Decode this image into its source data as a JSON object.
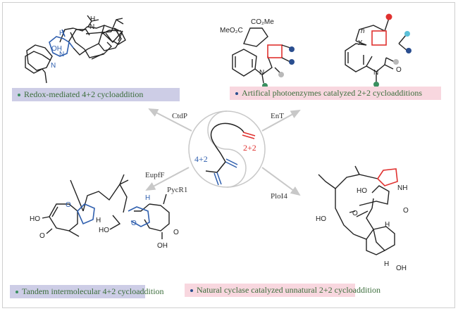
{
  "colors": {
    "caption_text": "#3c6e3c",
    "purple_box": "#cdcde6",
    "pink_box": "#f8d7df",
    "blue_bonds": "#2f5fae",
    "red_bonds": "#e0312f",
    "arrow": "#c8c8c8"
  },
  "center": {
    "label_left": "4+2",
    "label_right": "2+2"
  },
  "arrows": {
    "top_left": "CtdP",
    "top_right": "EnT",
    "bottom_left_1": "EupfF",
    "bottom_left_2": "PycR1",
    "bottom_right": "PloI4"
  },
  "captions": {
    "top_left": "Redox-mediated 4+2 cycloaddition",
    "top_right": "Artifical photoenzymes catalyzed 2+2 cycloadditions",
    "bottom_left": "Tandem intermolecular 4+2 cycloaddition",
    "bottom_right": "Natural cyclase catalyzed unnatural 2+2 cycloaddition"
  },
  "atoms": {
    "tl": {
      "H_top": "H",
      "N_top": "N",
      "H_blue": "H",
      "OH": "OH",
      "N_ring": "N",
      "N_low": "N"
    },
    "tr1": {
      "ester_right": "CO₂Me",
      "ester_left": "MeO₂C",
      "N": "N"
    },
    "tr2": {
      "n_sub": "n",
      "X": "X",
      "N": "N",
      "O": "O"
    },
    "bl": {
      "HO_left": "HO",
      "O_keto_left": "O",
      "O_ring_left": "O",
      "H_mid": "H",
      "HO_mid": "HO",
      "O_ring_right": "O",
      "H_right": "H",
      "O_keto_right": "O",
      "OH_right": "OH"
    },
    "br": {
      "HO_enol": "HO",
      "NH": "NH",
      "O_lactam": "O",
      "O_ketone": "O",
      "HO_side": "HO",
      "H_top": "H",
      "H_bottom": "H",
      "OH_bottom": "OH"
    }
  }
}
